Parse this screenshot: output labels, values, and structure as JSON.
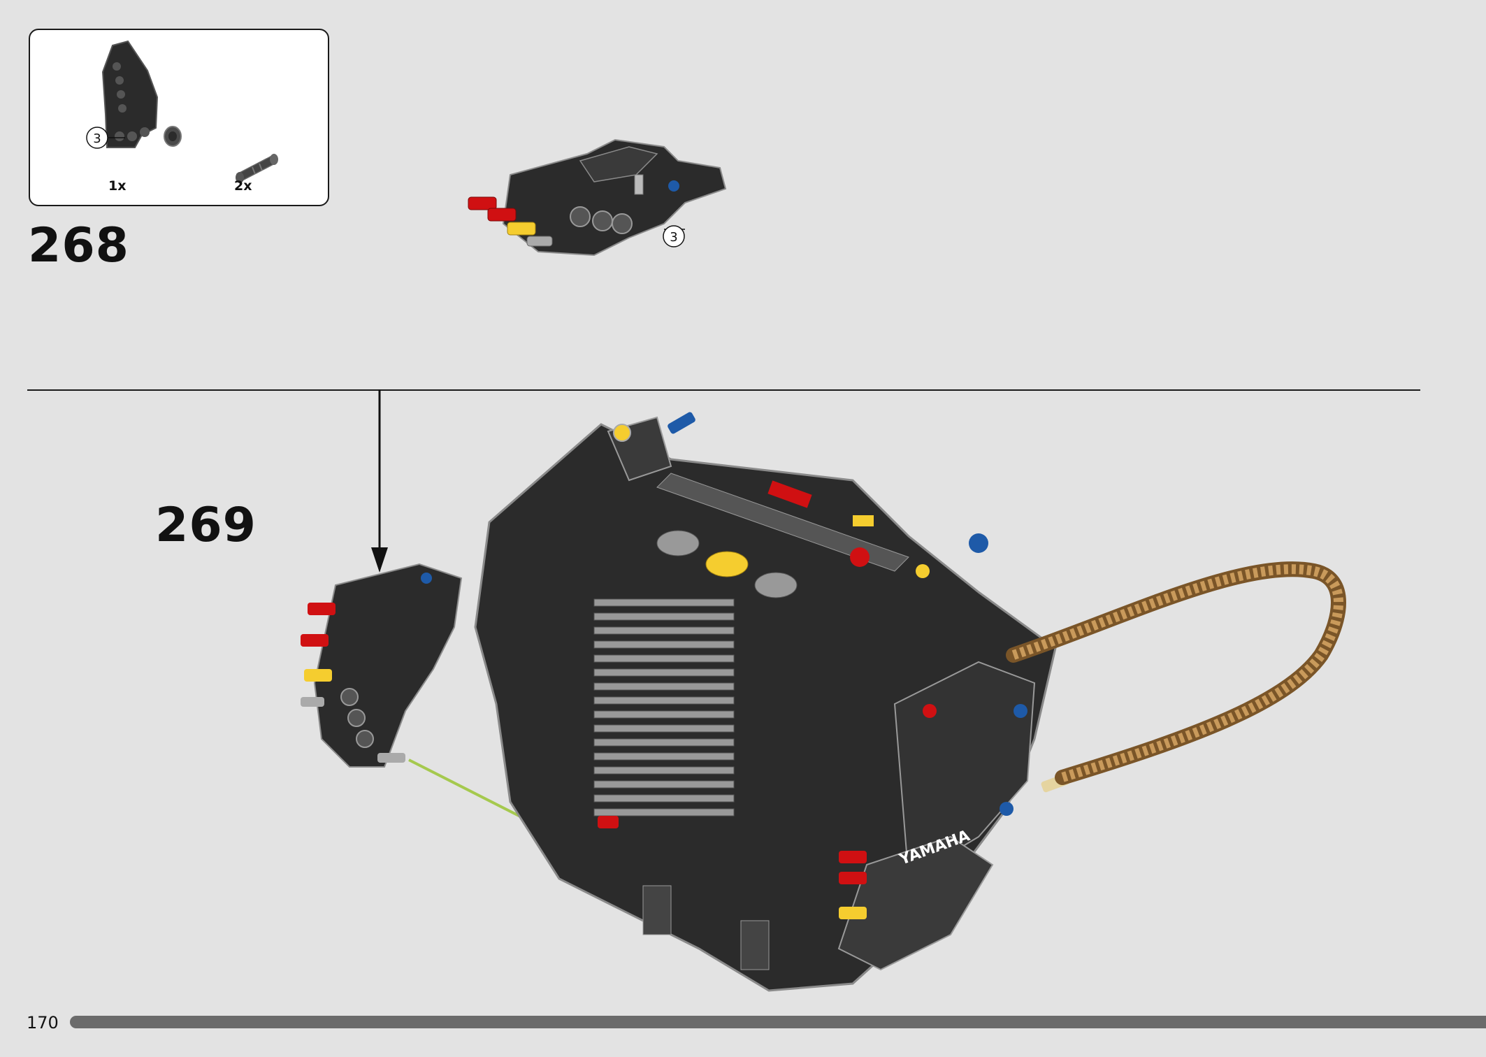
{
  "steps": [
    {
      "number": "268",
      "parts": [
        {
          "icon": "curved-panel-part-icon",
          "qty": "1x",
          "callout": "3"
        },
        {
          "icon": "axle-connector-part-icon",
          "qty": "2x"
        }
      ],
      "callout": "3"
    },
    {
      "number": "269",
      "brand_label": "YAMAHA"
    }
  ],
  "page": {
    "number": "170",
    "progress": 1.0
  },
  "colors": {
    "background": "#e3e3e3",
    "brick_dark": "#2b2b2b",
    "brick_gray": "#8a8a8a",
    "red": "#d01012",
    "yellow": "#f5cd2f",
    "blue": "#1e5aa8",
    "chain": "#b9884a",
    "guide_line": "#a5c94e"
  }
}
